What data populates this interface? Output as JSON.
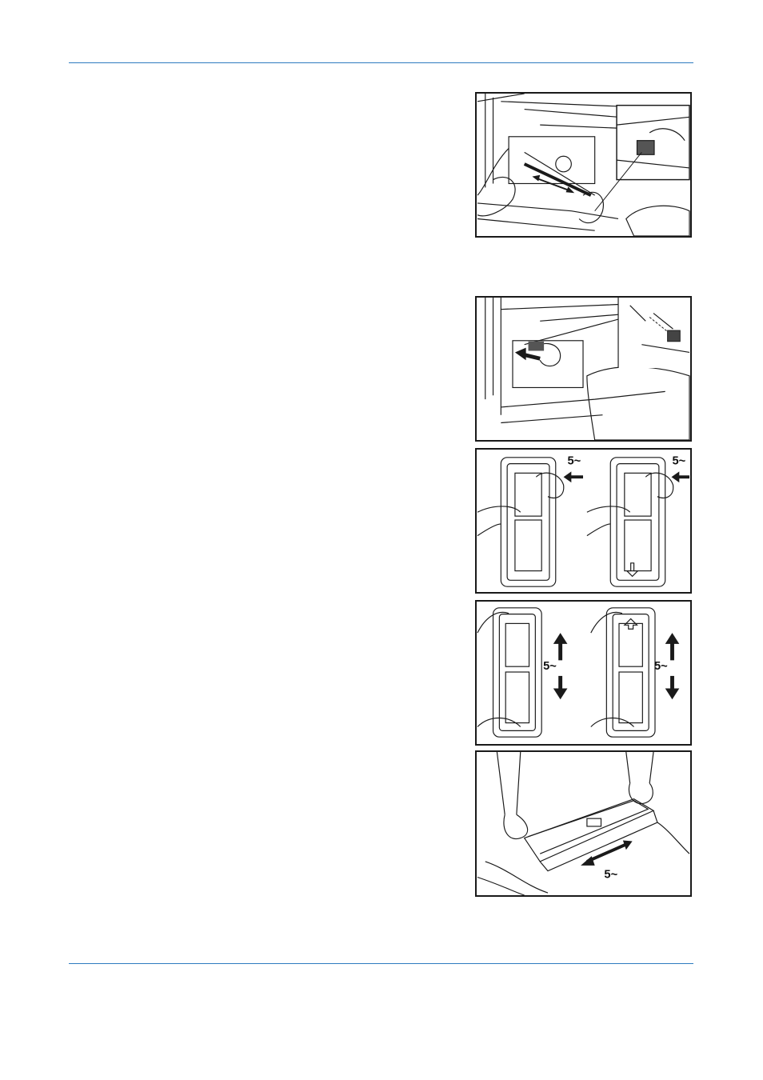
{
  "figures": [
    {
      "id": "cleaning-rod"
    },
    {
      "id": "cleaning-pad-replace"
    },
    {
      "id": "shake-toner-top",
      "count_label_left": "5~",
      "count_label_right": "5~"
    },
    {
      "id": "shake-toner-vertical",
      "count_label_left": "5~",
      "count_label_right": "5~"
    },
    {
      "id": "shake-toner-horizontal",
      "count_label": "5~"
    }
  ],
  "colors": {
    "rule": "#2e7bbf",
    "line": "#1a1a1a"
  }
}
